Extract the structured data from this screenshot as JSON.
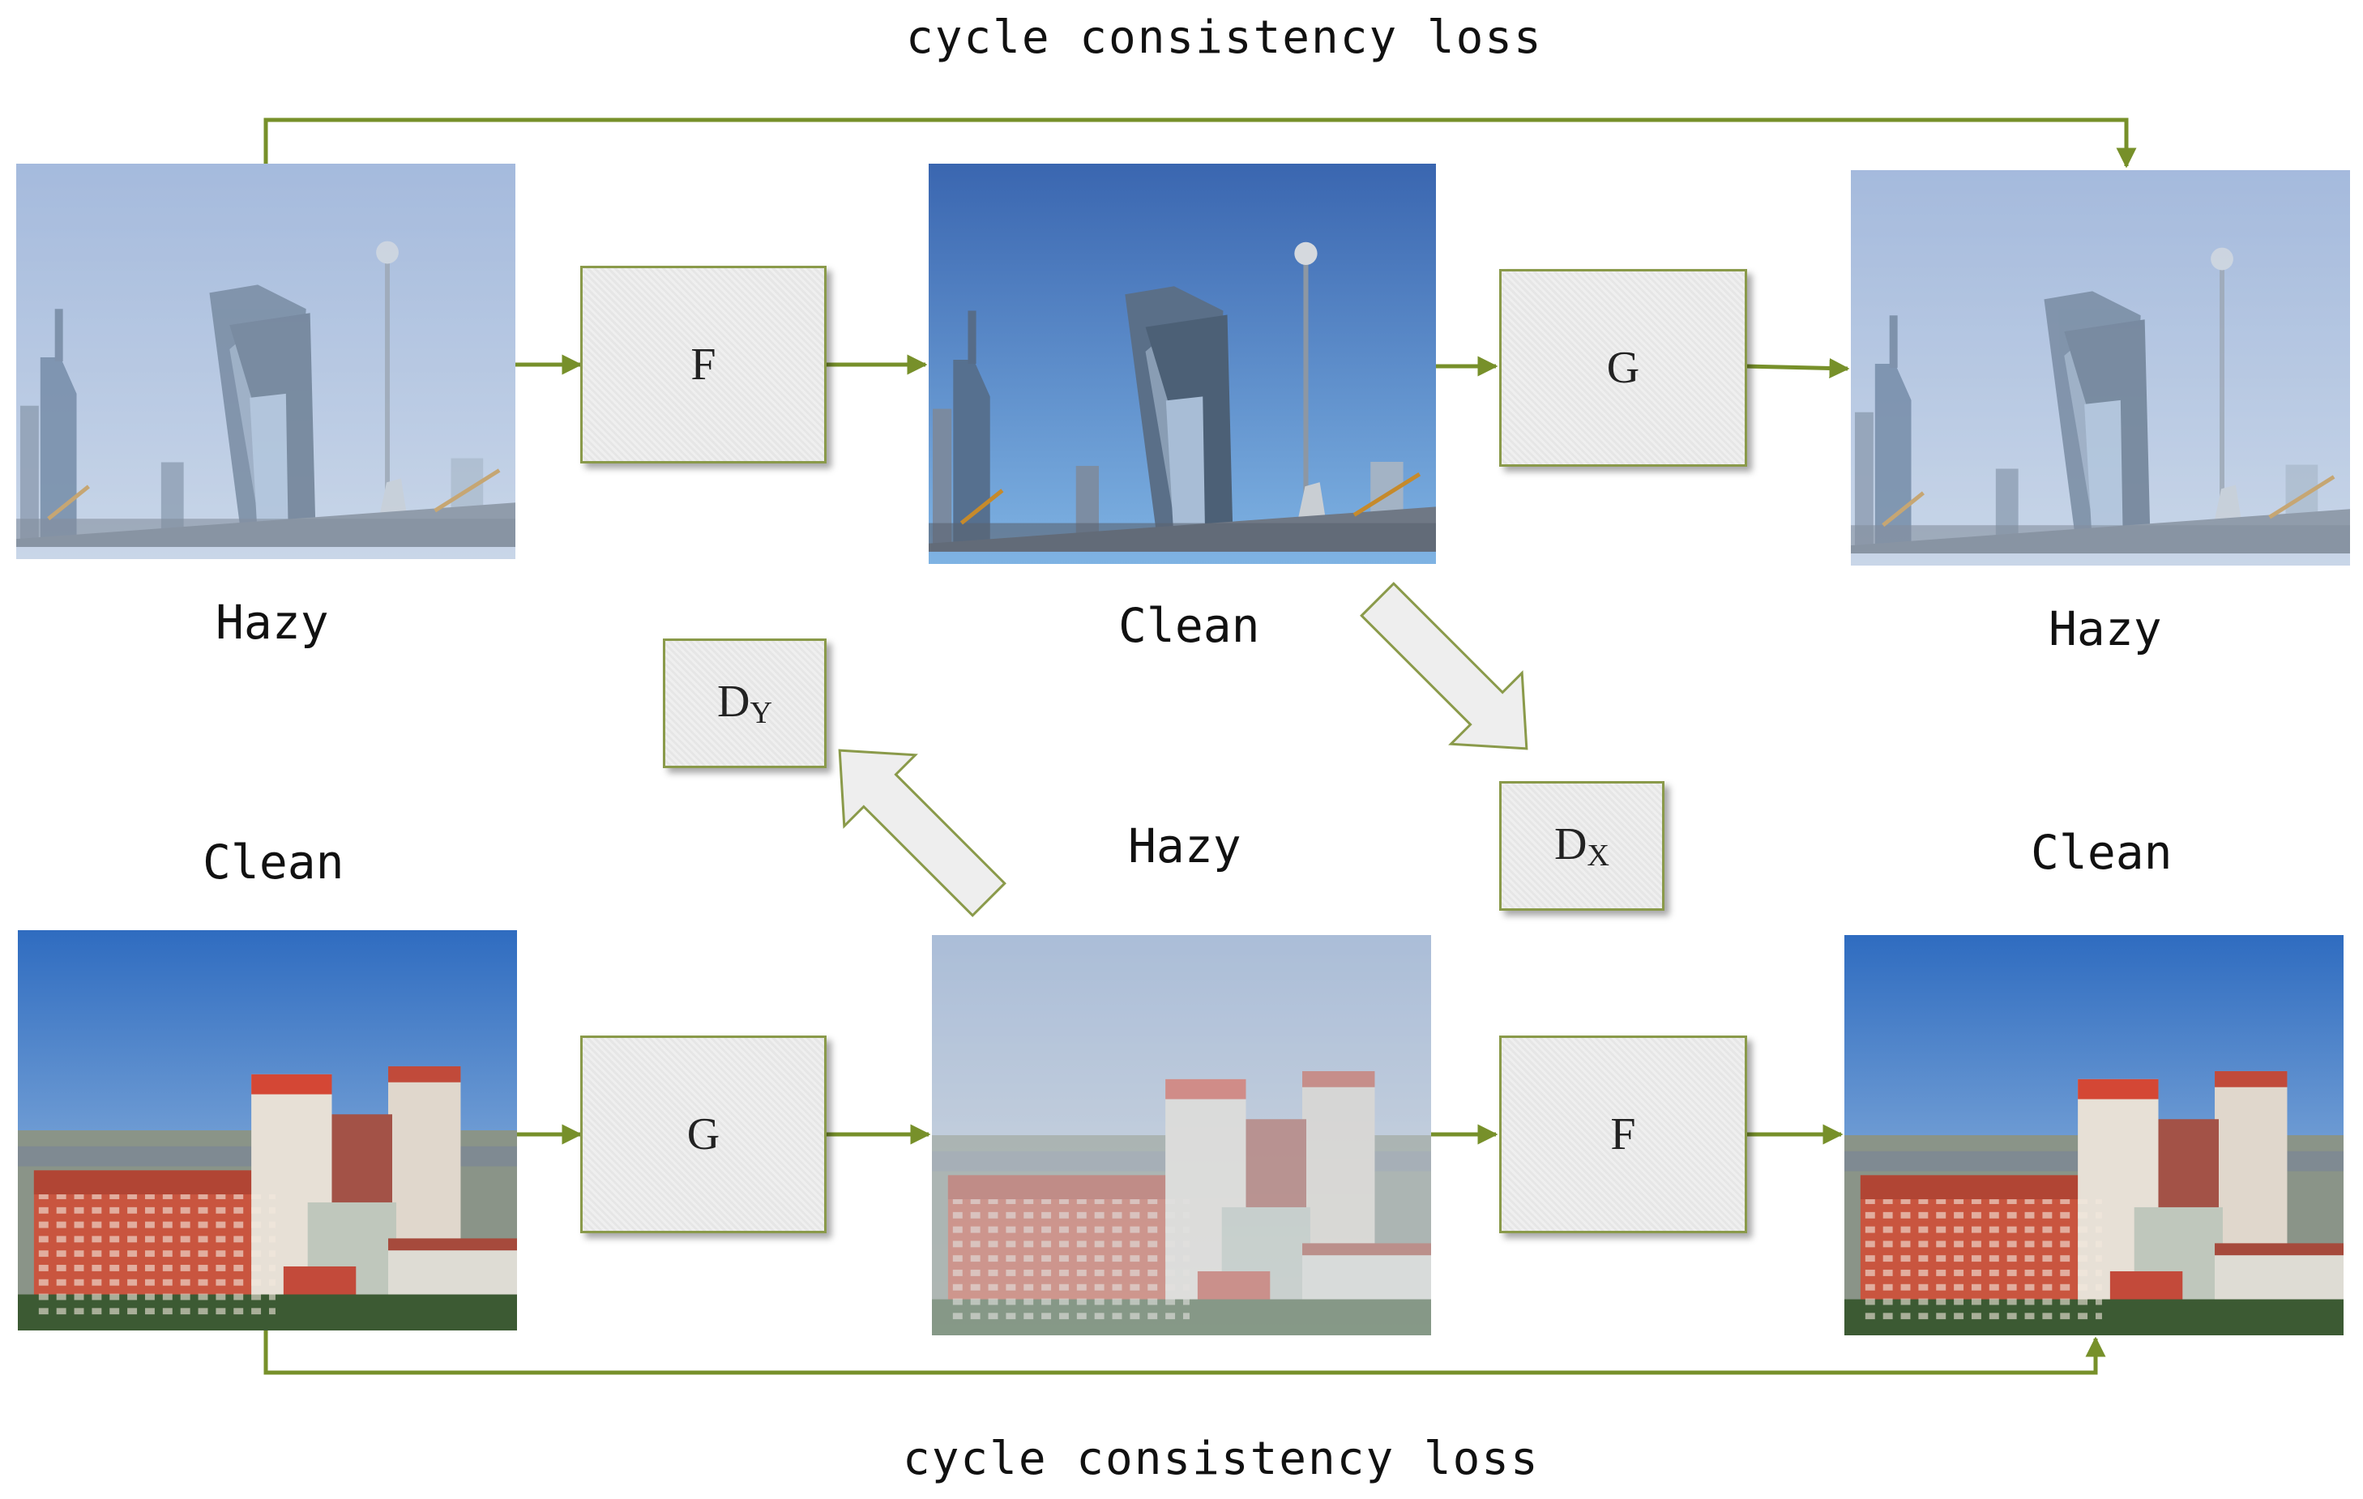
{
  "captions": {
    "top": "cycle consistency loss",
    "bottom": "cycle consistency loss"
  },
  "top_row": {
    "labels": [
      "Hazy",
      "Clean",
      "Hazy"
    ],
    "generators": [
      "F",
      "G"
    ]
  },
  "bottom_row": {
    "labels": [
      "Clean",
      "Hazy",
      "Clean"
    ],
    "generators": [
      "G",
      "F"
    ]
  },
  "discriminators": {
    "dy": {
      "main": "D",
      "sub": "Y"
    },
    "dx": {
      "main": "D",
      "sub": "X"
    }
  },
  "colors": {
    "arrow": "#77902a",
    "box_border": "#8a9a4a",
    "hazy_sky": "#a9bedc",
    "clean_sky": "#3f77c3"
  }
}
